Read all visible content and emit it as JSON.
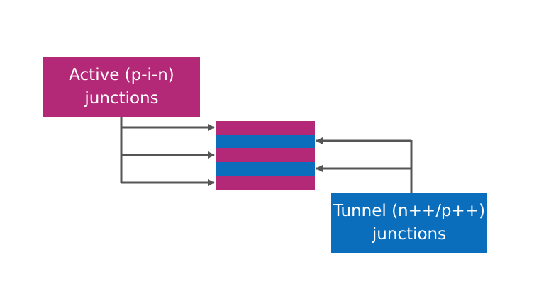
{
  "active": {
    "line1": "Active (p-i-n)",
    "line2": "junctions",
    "color": "#B32877"
  },
  "tunnel": {
    "line1": "Tunnel (n++/p++)",
    "line2": "junctions",
    "color": "#0A6EBD"
  },
  "stack": {
    "layers": [
      "active",
      "tunnel",
      "active",
      "tunnel",
      "active"
    ]
  },
  "connector_color": "#555555"
}
